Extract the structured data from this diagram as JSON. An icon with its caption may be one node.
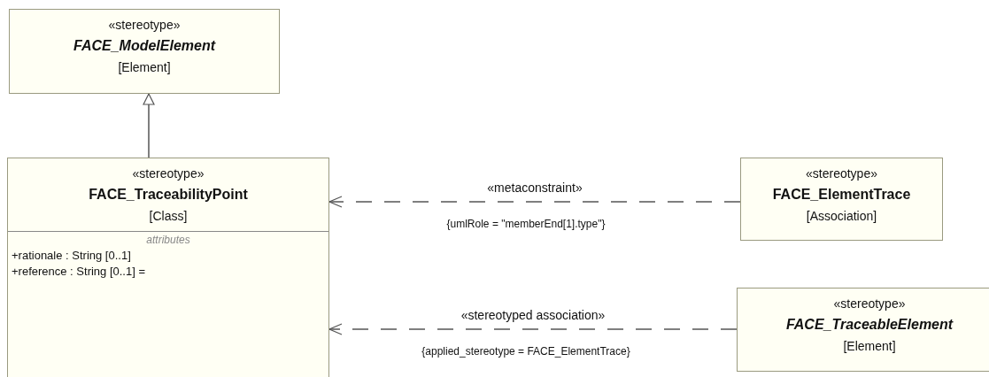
{
  "diagram": {
    "nodes": [
      {
        "text": [
          "«stereotype»",
          "FACE_ModelElement",
          "[Element]"
        ]
      },
      {
        "text": [
          "«stereotype»",
          "FACE_TraceabilityPoint",
          "[Class]",
          "attributes",
          "+rationale : String [0..1]",
          "+reference : String [0..1] ="
        ]
      },
      {
        "text": [
          "«stereotype»",
          "FACE_ElementTrace",
          "[Association]"
        ]
      },
      {
        "text": [
          "«stereotype»",
          "FACE_TraceableElement",
          "[Element]"
        ]
      }
    ],
    "edges": [
      {
        "from": 1,
        "to": 0,
        "arrow": "to"
      },
      {
        "from": 2,
        "to": 1,
        "arrow": "to",
        "label": "«metaconstraint»",
        "style": "dashed"
      },
      {
        "from": 3,
        "to": 1,
        "arrow": "to",
        "label": "«stereotyped association»",
        "style": "dashed"
      }
    ],
    "labels": [
      "{umlRole = \"memberEnd[1].type\"}",
      "{applied_stereotype = FACE_ElementTrace}"
    ]
  }
}
